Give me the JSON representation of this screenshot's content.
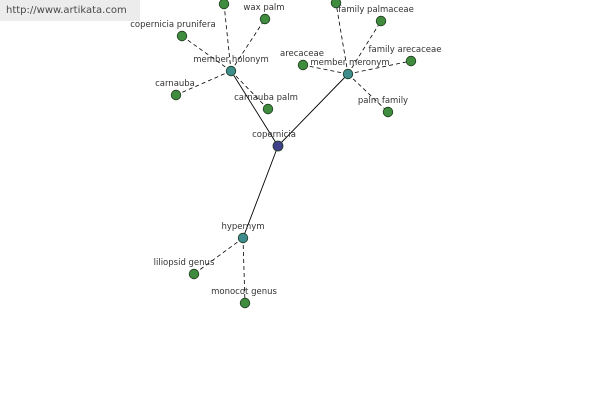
{
  "watermark": "http://www.artikata.com",
  "colors": {
    "center_node": "#3f3f8c",
    "relation_node": "#3f8c8c",
    "leaf_node": "#3f8c3f",
    "edge": "#000000"
  },
  "graph": {
    "center": "copernicia",
    "relations": [
      {
        "name": "member holonym",
        "terms": [
          "wax palm",
          "copernicia prunifera",
          "carnauba",
          "carnauba palm"
        ]
      },
      {
        "name": "member meronym",
        "terms": [
          "family palmaceae",
          "arecaceae",
          "family arecaceae",
          "palm family"
        ]
      },
      {
        "name": "hypernym",
        "terms": [
          "liliopsid genus",
          "monocot genus"
        ]
      }
    ]
  }
}
